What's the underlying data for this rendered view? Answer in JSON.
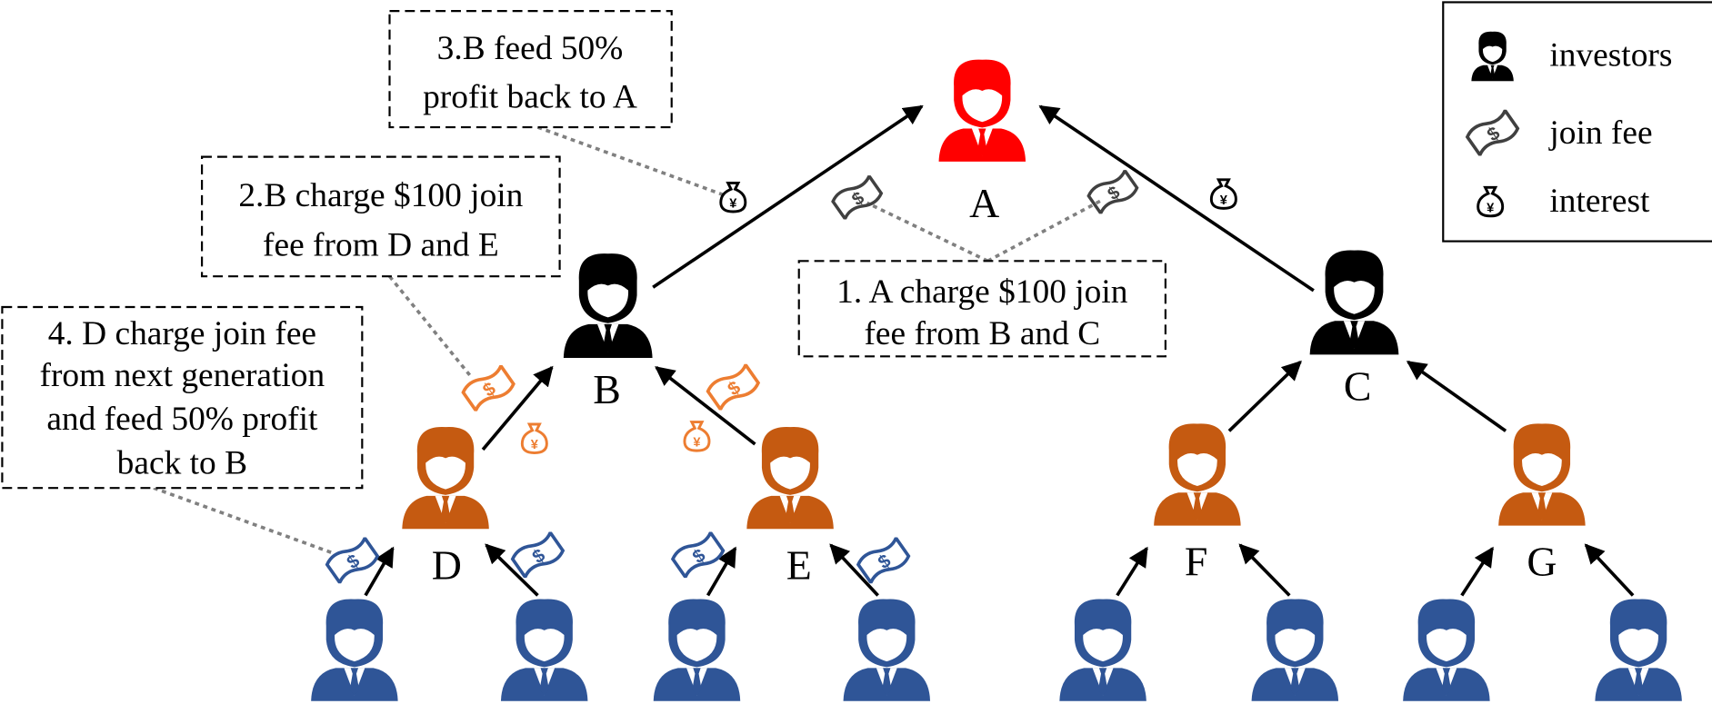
{
  "nodes": {
    "A": {
      "label": "A",
      "role": "top"
    },
    "B": {
      "label": "B"
    },
    "C": {
      "label": "C"
    },
    "D": {
      "label": "D"
    },
    "E": {
      "label": "E"
    },
    "F": {
      "label": "F"
    },
    "G": {
      "label": "G"
    }
  },
  "annotations": {
    "step1": [
      "1. A charge $100 join",
      "fee from B and C"
    ],
    "step2": [
      "2.B charge $100 join",
      "fee from D and E"
    ],
    "step3": [
      "3.B feed 50%",
      "profit back to A"
    ],
    "step4": [
      "4. D charge join fee",
      "from next generation",
      "and feed 50% profit",
      "back to B"
    ]
  },
  "legend": {
    "items": [
      {
        "icon": "investor-icon",
        "label": "investors"
      },
      {
        "icon": "banknote-icon",
        "label": "join fee"
      },
      {
        "icon": "money-bag-icon",
        "label": "interest"
      }
    ]
  },
  "colors": {
    "top": "#ff0000",
    "level1": "#000000",
    "level2": "#c55a11",
    "level3": "#2f5597",
    "level2_icons": "#ed7d31",
    "level3_icons": "#2f5597"
  }
}
